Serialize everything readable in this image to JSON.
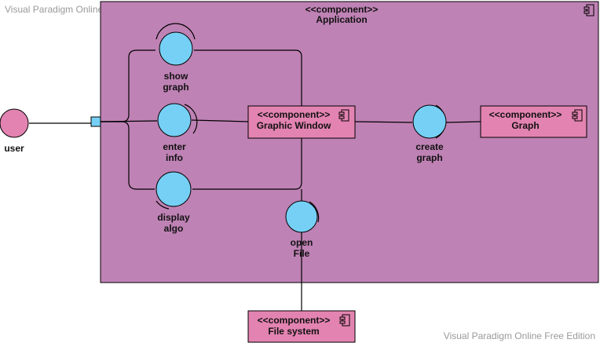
{
  "watermark": {
    "top_left": "Visual Paradigm Online Free Edition",
    "bottom_right": "Visual Paradigm Online Free Edition"
  },
  "application": {
    "stereotype": "<<component>>",
    "name": "Application"
  },
  "graphic_window": {
    "stereotype": "<<component>>",
    "name": "Graphic Window"
  },
  "graph": {
    "stereotype": "<<component>>",
    "name": "Graph"
  },
  "file_system": {
    "stereotype": "<<component>>",
    "name": "File system"
  },
  "actor": {
    "label": "user"
  },
  "interfaces": {
    "show_graph": [
      "show",
      "graph"
    ],
    "enter_info": [
      "enter",
      "info"
    ],
    "display_algo": [
      "display",
      "algo"
    ],
    "create_graph": [
      "create",
      "graph"
    ],
    "open_file": [
      "open",
      "File"
    ]
  },
  "colors": {
    "application_fill": "#bf82b5",
    "component_fill": "#e383b1",
    "interface_fill": "#76d0f5",
    "actor_fill": "#e383b1"
  }
}
